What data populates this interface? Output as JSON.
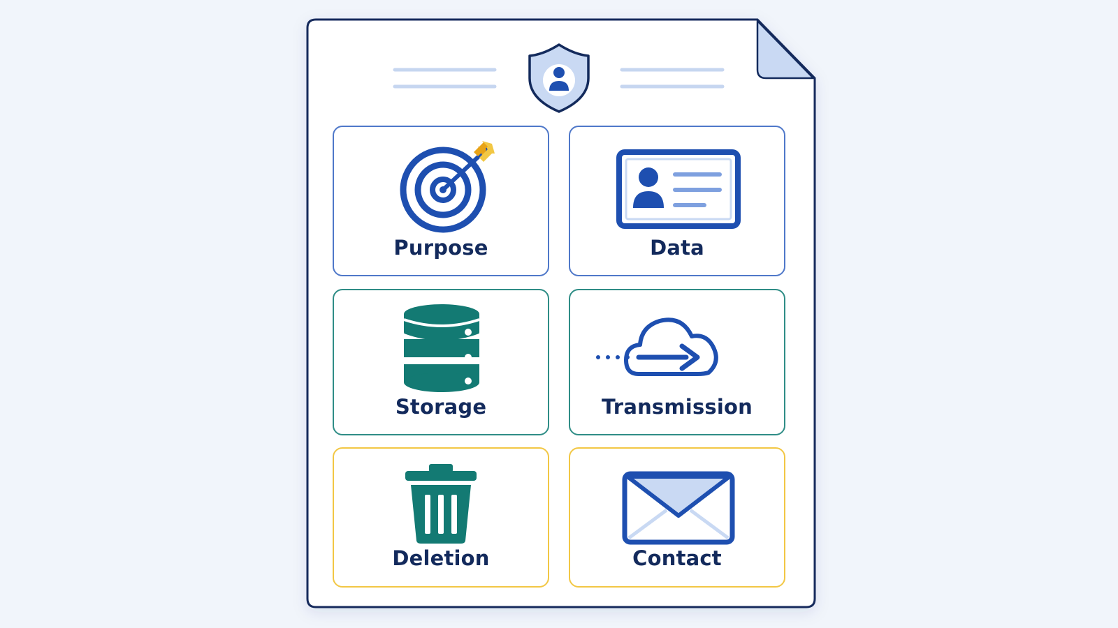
{
  "colors": {
    "background": "#f1f5fb",
    "document_border": "#132a5c",
    "accent_blue": "#1e4fb0",
    "accent_light_blue": "#c9d9f3",
    "accent_teal": "#137a73",
    "accent_yellow": "#f2c744",
    "accent_orange": "#e8a317",
    "label_text": "#132a5c"
  },
  "header": {
    "icon": "shield-user-icon"
  },
  "cards": [
    {
      "label": "Purpose",
      "icon": "target-arrow-icon",
      "border_color": "#4f78c9"
    },
    {
      "label": "Data",
      "icon": "id-card-icon",
      "border_color": "#4f78c9"
    },
    {
      "label": "Storage",
      "icon": "database-icon",
      "border_color": "#2f8d86"
    },
    {
      "label": "Transmission",
      "icon": "cloud-upload-icon",
      "border_color": "#2f8d86"
    },
    {
      "label": "Deletion",
      "icon": "trash-icon",
      "border_color": "#f2c744"
    },
    {
      "label": "Contact",
      "icon": "envelope-icon",
      "border_color": "#f2c744"
    }
  ]
}
